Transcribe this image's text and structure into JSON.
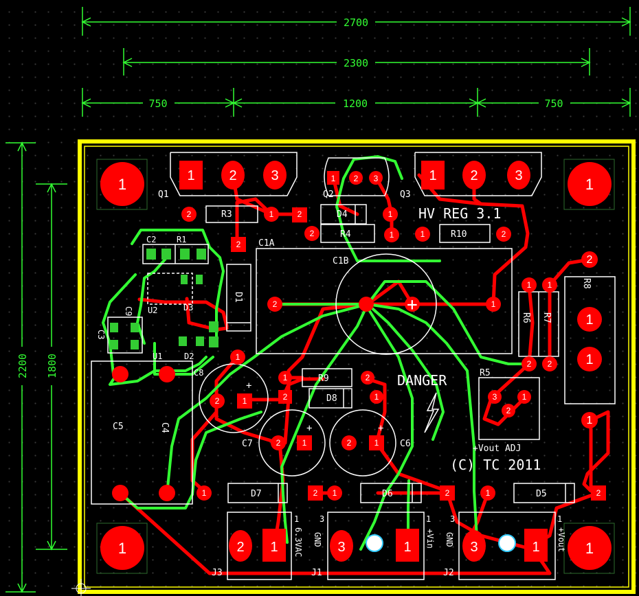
{
  "dimensions": {
    "top_overall": "2700",
    "top_inner": "2300",
    "left_section": "750",
    "mid_section": "1200",
    "right_section": "750",
    "left_overall": "2200",
    "left_inner": "1800"
  },
  "board": {
    "title": "HV REG 3.1",
    "danger": "DANGER",
    "copyright": "(C) TC 2011",
    "trim_label": "+Vout  ADJ"
  },
  "mounting_hole_label": "1",
  "components": {
    "q1": "Q1",
    "q2": "Q2",
    "q3": "Q3",
    "r1": "R1",
    "r3": "R3",
    "r4": "R4",
    "r5": "R5",
    "r6": "R6",
    "r7": "R7",
    "r8": "R8",
    "r9": "R9",
    "r10": "R10",
    "c1a": "C1A",
    "c1b": "C1B",
    "c2": "C2",
    "c3": "C3",
    "c4": "C4",
    "c5": "C5",
    "c6": "C6",
    "c7": "C7",
    "c8": "C8",
    "c9": "C9",
    "d1": "D1",
    "d2": "D2",
    "d3": "D3",
    "d4": "D4",
    "d5": "D5",
    "d6": "D6",
    "d7": "D7",
    "d8": "D8",
    "u1": "U1",
    "u2": "U2",
    "j1": "J1",
    "j2": "J2",
    "j3": "J3"
  },
  "connectors": {
    "j3_label": "6.3VAC",
    "j1_labels": [
      "GND",
      "+Vin"
    ],
    "j2_labels": [
      "GND",
      "+Vout"
    ],
    "pin_one": "1",
    "pin_three": "3"
  },
  "pads": {
    "one": "1",
    "two": "2",
    "three": "3"
  },
  "colors": {
    "board_outline": "#ffff00",
    "top_copper": "#ff0000",
    "bottom_trace": "#33ff33",
    "silkscreen": "#ffffff",
    "dimension": "#33ff33"
  }
}
